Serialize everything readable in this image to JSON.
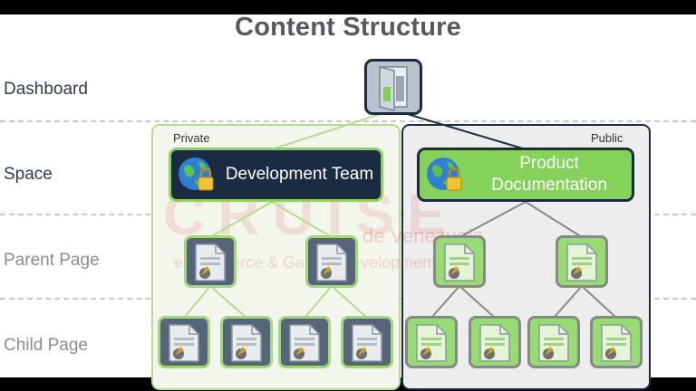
{
  "title": "Content Structure",
  "rows": {
    "dashboard": "Dashboard",
    "space": "Space",
    "parent_page": "Parent Page",
    "child_page": "Child Page"
  },
  "spaces": {
    "private_label": "Private",
    "public_label": "Public",
    "development_team": "Development Team",
    "product_documentation": "Product Documentation"
  },
  "watermark": {
    "brand": "CRUISE",
    "subtitle": "de Venezuela",
    "tagline": "eCommerce & Games Development"
  },
  "colors": {
    "navy": "#1c2b44",
    "green": "#84d25a",
    "green_border": "#8bd15a",
    "private_bg": "#f2f6ec",
    "public_bg": "#ededed"
  },
  "icons": {
    "dashboard": "door-icon",
    "space": "globe-lock-icon",
    "page": "document-icon"
  }
}
